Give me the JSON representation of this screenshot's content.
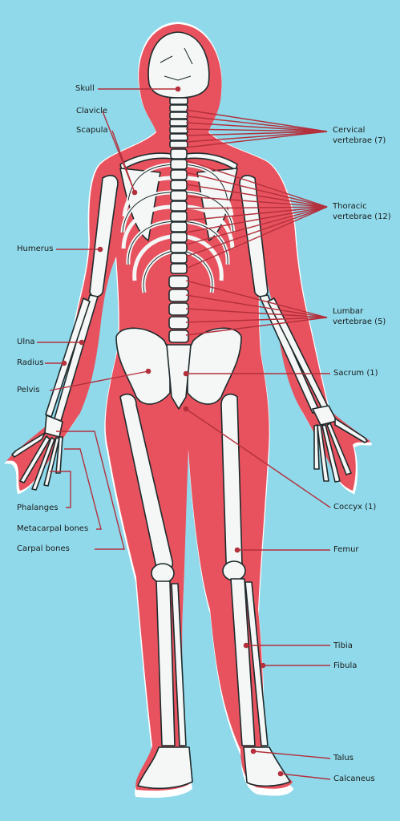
{
  "labels": {
    "skull": "Skull",
    "clavicle": "Clavicle",
    "scapula": "Scapula",
    "humerus": "Humerus",
    "ulna": "Ulna",
    "radius": "Radius",
    "pelvis": "Pelvis",
    "phalanges": "Phalanges",
    "metacarpal": "Metacarpal bones",
    "carpal": "Carpal bones",
    "cervical_1": "Cervical",
    "cervical_2": "vertebrae (7)",
    "thoracic_1": "Thoracic",
    "thoracic_2": "vertebrae (12)",
    "lumbar_1": "Lumbar",
    "lumbar_2": "vertebrae (5)",
    "sacrum": "Sacrum (1)",
    "coccyx": "Coccyx (1)",
    "femur": "Femur",
    "tibia": "Tibia",
    "fibula": "Fibula",
    "talus": "Talus",
    "calcaneus": "Calcaneus"
  },
  "colors": {
    "background": "#8fd9ea",
    "body": "#e8525e",
    "bone": "#f4f7f6",
    "bone_shade": "#1e2a2c",
    "leader": "#b3303c"
  }
}
